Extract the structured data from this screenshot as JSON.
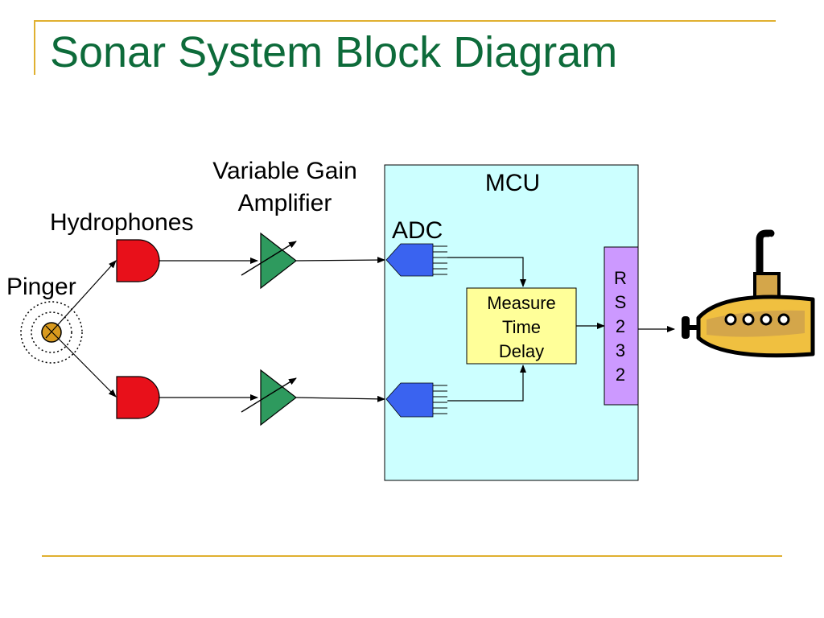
{
  "slide": {
    "title": "Sonar System Block Diagram"
  },
  "labels": {
    "pinger": "Pinger",
    "hydrophones": "Hydrophones",
    "vga_line1": "Variable Gain",
    "vga_line2": "Amplifier",
    "mcu": "MCU",
    "adc": "ADC",
    "measure_line1": "Measure",
    "measure_line2": "Time",
    "measure_line3": "Delay",
    "rs232": [
      "R",
      "S",
      "2",
      "3",
      "2"
    ]
  },
  "colors": {
    "title": "#0d6b3a",
    "rule": "#e0b030",
    "hydrophone": "#e8101a",
    "amplifier": "#2e9a5e",
    "adc": "#3a63f0",
    "mcu_fill": "#ccffff",
    "measure_fill": "#ffff99",
    "rs232_fill": "#cc99ff",
    "pinger": "#d99a1e",
    "submarine": "#f0c040",
    "sub_body": "#d4a64a"
  },
  "icons": {
    "pinger": "pinger-icon",
    "hydrophone": "hydrophone-icon",
    "amplifier": "variable-gain-amplifier-icon",
    "adc": "adc-icon",
    "submarine": "submarine-icon"
  }
}
